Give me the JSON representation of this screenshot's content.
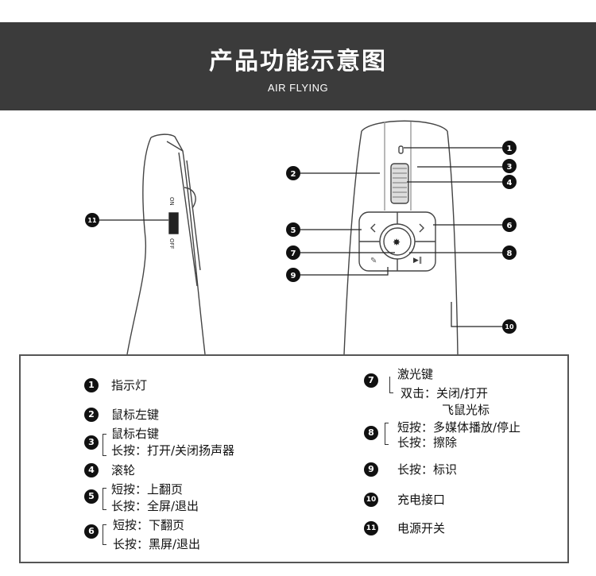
{
  "header": {
    "title": "产品功能示意图",
    "subtitle": "AIR FLYING"
  },
  "diagram": {
    "switch_on": "ON",
    "switch_off": "OFF",
    "callout_numbers": [
      "1",
      "2",
      "3",
      "4",
      "5",
      "6",
      "7",
      "8",
      "9",
      "10",
      "11"
    ]
  },
  "legend": [
    {
      "num": "1",
      "name": "指示灯"
    },
    {
      "num": "2",
      "name": "鼠标左键"
    },
    {
      "num": "3",
      "name": "鼠标右键",
      "detail": "长按：打开/关闭扬声器"
    },
    {
      "num": "4",
      "name": "滚轮"
    },
    {
      "num": "5",
      "line1": "短按：上翻页",
      "line2": "长按：全屏/退出"
    },
    {
      "num": "6",
      "line1": "短按：下翻页",
      "line2": "长按：黑屏/退出"
    },
    {
      "num": "7",
      "name": "激光键",
      "line1": "双击：关闭/打开",
      "line2": "飞鼠光标"
    },
    {
      "num": "8",
      "line1": "短按：多媒体播放/停止",
      "line2": "长按：擦除"
    },
    {
      "num": "9",
      "name": "长按：标识"
    },
    {
      "num": "10",
      "name": "充电接口"
    },
    {
      "num": "11",
      "name": "电源开关"
    }
  ]
}
